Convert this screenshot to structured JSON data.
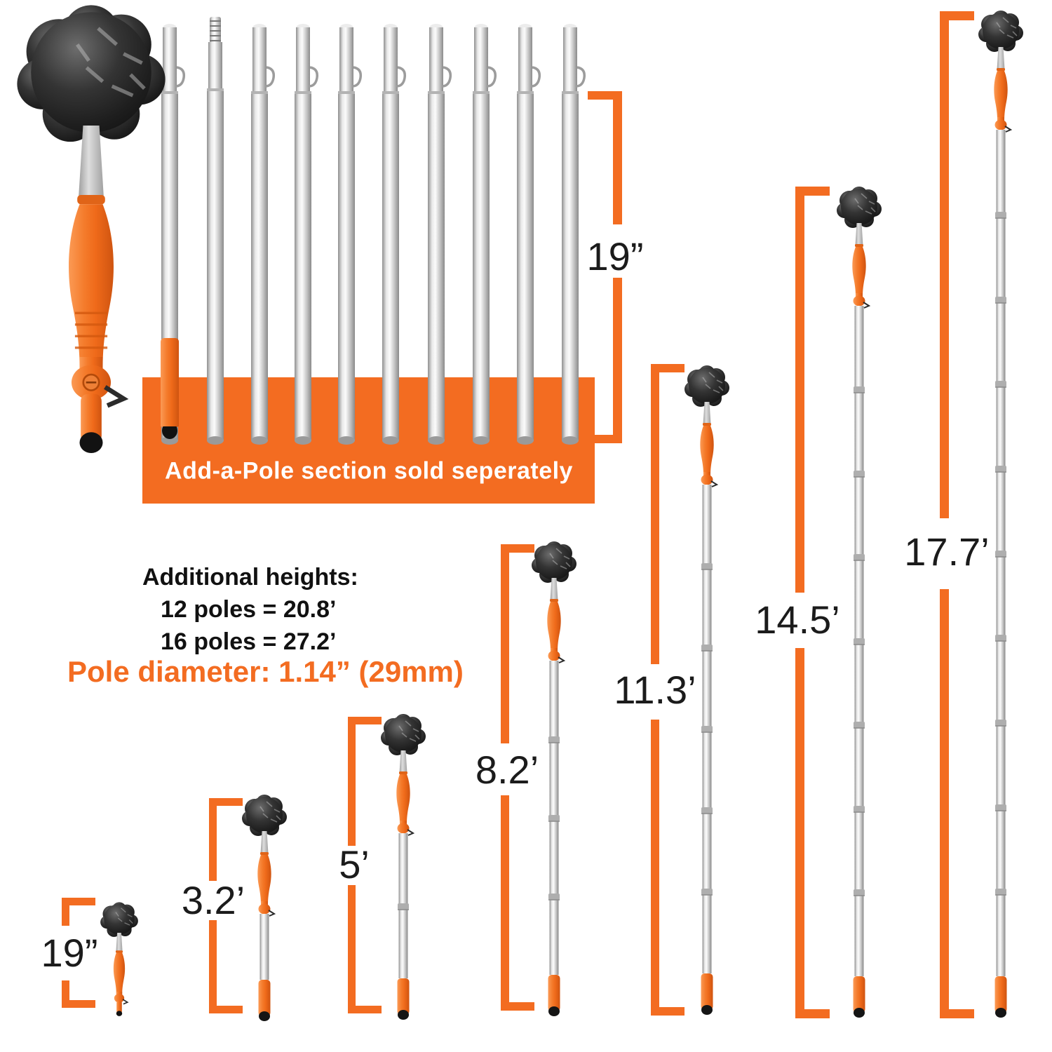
{
  "colors": {
    "accent": "#F36C21",
    "pole_silver": "#c6c6c6",
    "head_black": "#1d1d1d"
  },
  "banner": {
    "label": "Add-a-Pole section sold seperately"
  },
  "additional_heights": {
    "heading": "Additional heights:",
    "line1": "12 poles = 20.8’",
    "line2": "16 poles = 27.2’"
  },
  "pole_diameter_label": "Pole diameter: 1.14” (29mm)",
  "measurements": {
    "pole_section": "19”",
    "configs": [
      "19”",
      "3.2’",
      "5’",
      "8.2’",
      "11.3’",
      "14.5’",
      "17.7’"
    ]
  }
}
